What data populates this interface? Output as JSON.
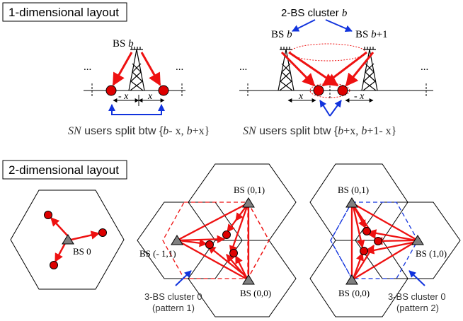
{
  "colors": {
    "red": "#ee1111",
    "blue": "#1133dd",
    "node_fill": "#dd0000",
    "bs_fill": "#808080",
    "line": "#000000"
  },
  "section1": {
    "box_title": "1-dimensional layout",
    "left": {
      "bs_label_prefix": "BS ",
      "bs_label_var": "b",
      "ellipsis_left": "...",
      "ellipsis_right": "...",
      "span_left_minus": "- ",
      "span_left_x": "x",
      "span_right_x": "x",
      "caption_sn": "SN",
      "caption_text": " users split btw {",
      "caption_b1": "b",
      "caption_mid1": "- x, ",
      "caption_b2": "b",
      "caption_end": "+x}"
    },
    "right": {
      "cluster_label_text": "2-BS cluster ",
      "cluster_label_var": "b",
      "bs_left_prefix": "BS ",
      "bs_left_var": "b",
      "bs_right_prefix": "BS ",
      "bs_right_var": "b",
      "bs_right_suffix": "+1",
      "ellipsis_left": "...",
      "ellipsis_right": "...",
      "span_left_x": "x",
      "span_right_minus": "- ",
      "span_right_x": "x",
      "caption_sn": "SN",
      "caption_text": " users split btw {",
      "caption_b1": "b",
      "caption_mid1": "+x, ",
      "caption_b2": "b",
      "caption_end": "+1- x}"
    }
  },
  "section2": {
    "box_title": "2-dimensional layout",
    "bs0_label": "BS 0",
    "pattern1": {
      "bs_top": "BS (0,1)",
      "bs_left": "BS (- 1,1)",
      "bs_bottom": "BS (0,0)",
      "cluster_label_line1": "3-BS cluster 0",
      "cluster_label_line2": "(pattern 1)"
    },
    "pattern2": {
      "bs_top": "BS (0,1)",
      "bs_right": "BS (1,0)",
      "bs_bottom": "BS (0,0)",
      "cluster_label_line1": "3-BS cluster 0",
      "cluster_label_line2": "(pattern 2)"
    }
  }
}
